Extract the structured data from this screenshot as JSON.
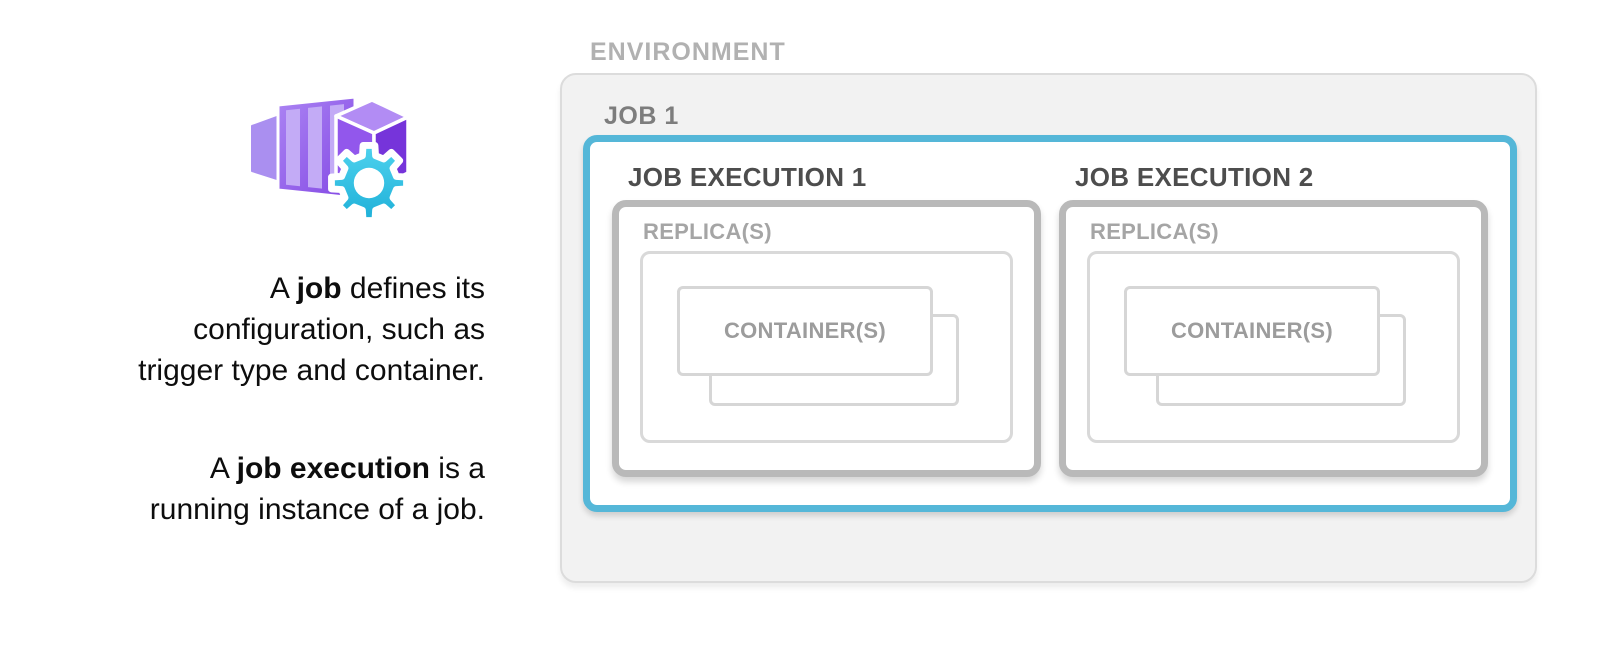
{
  "left_panel": {
    "icon": "container-apps-job-icon",
    "text_lines": [
      {
        "segments": [
          {
            "t": "A "
          },
          {
            "t": "job",
            "b": true
          },
          {
            "t": " defines its"
          }
        ]
      },
      {
        "segments": [
          {
            "t": "configuration, such as"
          }
        ]
      },
      {
        "segments": [
          {
            "t": "trigger type and container."
          }
        ]
      },
      {
        "segments": [],
        "spacer": true
      },
      {
        "segments": [
          {
            "t": "A "
          },
          {
            "t": "job execution",
            "b": true
          },
          {
            "t": " is a"
          }
        ]
      },
      {
        "segments": [
          {
            "t": "running instance of a job."
          }
        ]
      }
    ]
  },
  "diagram": {
    "environment_label": "ENVIRONMENT",
    "job_label": "JOB 1",
    "executions": [
      {
        "label": "JOB EXECUTION 1",
        "replica_label": "REPLICA(S)",
        "container_label": "CONTAINER(S)"
      },
      {
        "label": "JOB EXECUTION 2",
        "replica_label": "REPLICA(S)",
        "container_label": "CONTAINER(S)"
      }
    ],
    "colors": {
      "job_border": "#55b7d8",
      "execution_border": "#b9b9b9",
      "replica_border": "#d9d9d9",
      "container_border": "#d6d6d6",
      "environment_fill": "#f2f2f2",
      "environment_border": "#dcdcdc",
      "icon_purple": "#8a4ce6",
      "icon_gear_cyan": "#35c3e6"
    }
  }
}
